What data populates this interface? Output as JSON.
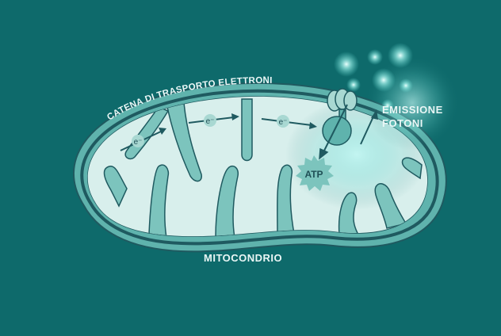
{
  "diagram": {
    "title_arc": "CATENA DI TRASPORTO ELETTRONI",
    "organelle_label": "MITOCONDRIO",
    "emission_label_line1": "EMISSIONE",
    "emission_label_line2": "FOTONI",
    "atp_label": "ATP",
    "electron_label": "e⁻",
    "electrons": [
      {
        "label": "e⁻"
      },
      {
        "label": "e⁻"
      },
      {
        "label": "e⁻"
      }
    ],
    "colors": {
      "background": "#0e6a6b",
      "outer_membrane": "#5fb3ad",
      "membrane_line": "#1f5a60",
      "matrix": "#d8efec",
      "electron_badge": "#a8d8d2",
      "text_light": "#eaf7f6",
      "text_dark": "#1f4f56",
      "glow": "#bff6f2"
    }
  }
}
